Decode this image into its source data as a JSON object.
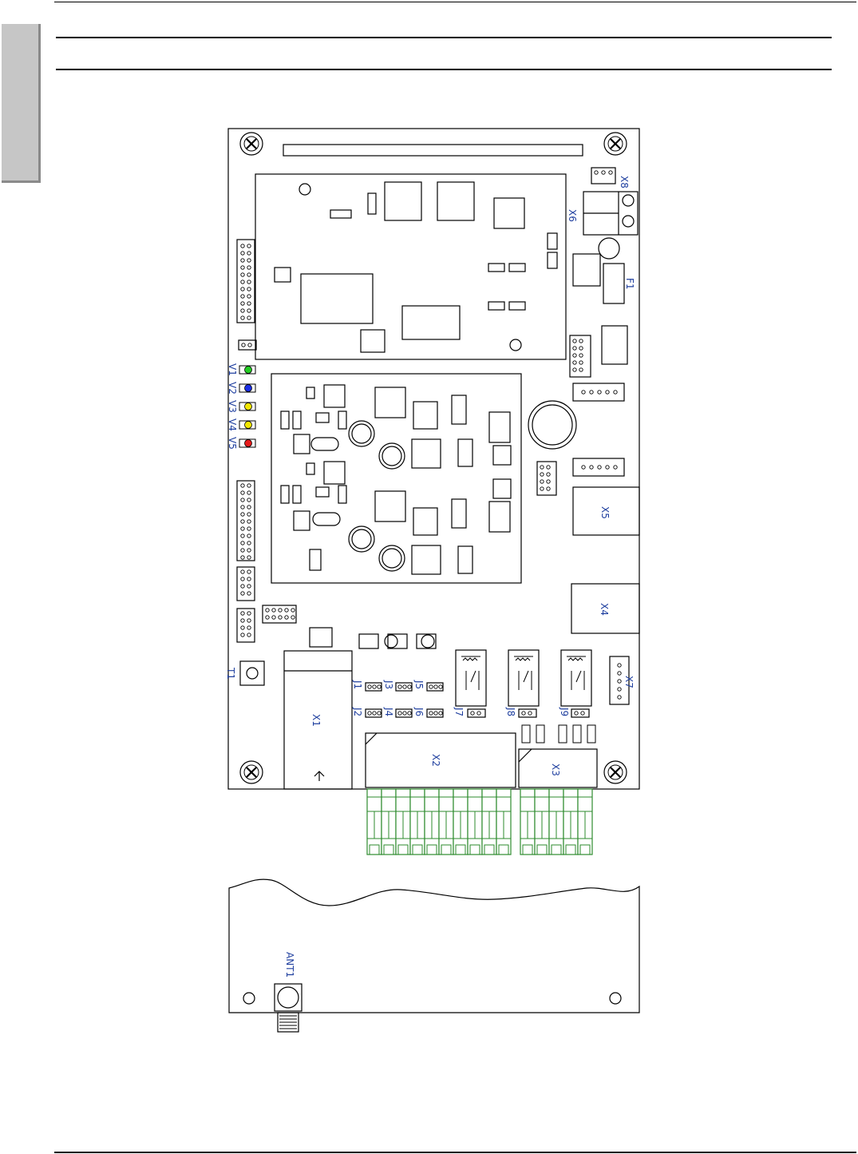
{
  "colors": {
    "outline": "#000000",
    "label_blue": "#1f3f9f",
    "terminal_green": "#2e8b2e",
    "led_green": "#22cc22",
    "led_blue": "#1a2ee6",
    "led_yellow": "#f2e600",
    "led_red": "#e61a1a",
    "side_tab": "#c6c6c6"
  },
  "diagram": {
    "board_labels": {
      "x8": "X8",
      "x6": "X6",
      "f1": "F1",
      "x5": "X5",
      "x4": "X4",
      "x7": "X7",
      "x1": "X1",
      "x2": "X2",
      "x3": "X3",
      "t1": "T1",
      "ant1": "ANT1"
    },
    "leds": [
      {
        "label": "V1",
        "color": "#22cc22"
      },
      {
        "label": "V2",
        "color": "#1a2ee6"
      },
      {
        "label": "V3",
        "color": "#f2e600"
      },
      {
        "label": "V4",
        "color": "#f2e600"
      },
      {
        "label": "V5",
        "color": "#e61a1a"
      }
    ],
    "jumpers": [
      "J1",
      "J2",
      "J3",
      "J4",
      "J5",
      "J6",
      "J7",
      "J8",
      "J9"
    ]
  }
}
